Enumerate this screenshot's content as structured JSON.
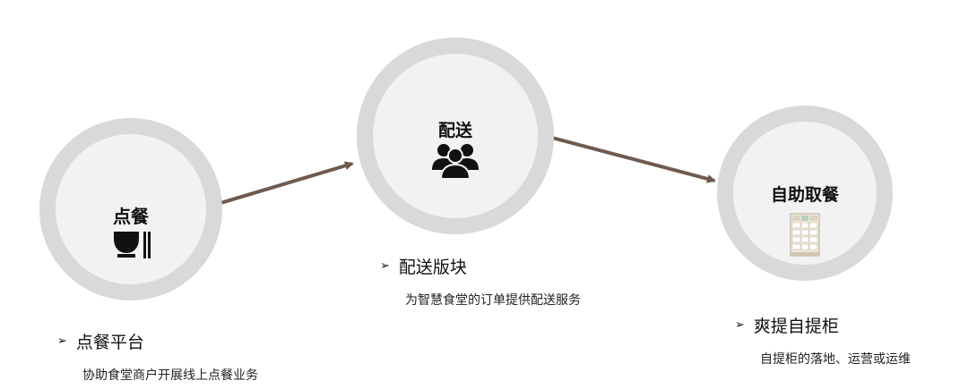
{
  "nodes": [
    {
      "title": "点餐",
      "icon": "rice-bowl-chopsticks-icon"
    },
    {
      "title": "配送",
      "icon": "group-people-icon"
    },
    {
      "title": "自助取餐",
      "icon": "locker-cabinet-icon"
    }
  ],
  "captions": [
    {
      "bullet": "➢",
      "title": "点餐平台",
      "desc": "协助食堂商户开展线上点餐业务"
    },
    {
      "bullet": "➢",
      "title": "配送版块",
      "desc": "为智慧食堂的订单提供配送服务"
    },
    {
      "bullet": "➢",
      "title": "爽提自提柜",
      "desc": "自提柜的落地、运营或运维"
    }
  ],
  "colors": {
    "arrow": "#6e5a4e",
    "ring": "#d9d9d9",
    "fill": "#f2f2f2"
  }
}
